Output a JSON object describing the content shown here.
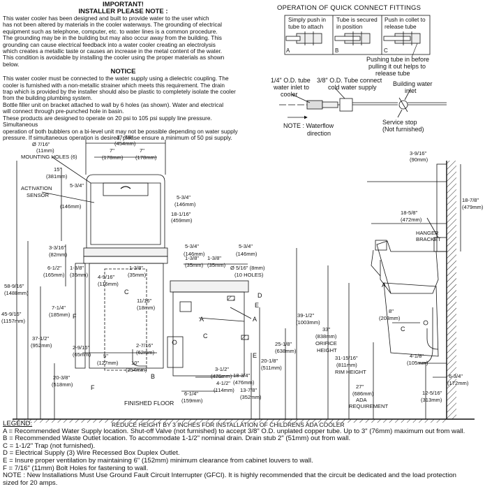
{
  "notes": {
    "installer_heading_1": "IMPORTANT!",
    "installer_heading_2": "INSTALLER PLEASE NOTE :",
    "installer_lines": [
      "This water cooler has been designed and built to provide water to the user which",
      "has not been altered by materials in the cooler waterways. The grounding of electrical",
      "equipment such as telephone, computer, etc. to water lines is a common procedure.",
      "The grounding may be in the building but may also occur away from the building. This",
      "grounding can cause electrical feedback into a water cooler creating an electrolysis",
      "which creates a metallic taste or causes an increase in the metal content of the water.",
      "This condition is avoidable by installing the cooler using the proper materials as shown",
      "below."
    ],
    "notice_heading": "NOTICE",
    "notice_lines": [
      "This water cooler must be connected to the water supply using a dielectric coupling. The",
      "cooler is furnished with a non-metallic strainer which meets this requirement. The drain",
      "trap which is provided by the installer should also be plastic to completely isolate the cooler",
      "from the building plumbing system.",
      "Bottle filler unit on bracket attached to wall by 6 holes (as shown). Water and electrical",
      "will connect through pre-punched hole in basin.",
      "These products are designed to operate on 20 psi to 105 psi supply line pressure. Simultaneous",
      "operation of both bubblers on a bi-level unit may not be possible depending on water supply",
      "pressure. If simultaneous operation is desired, please ensure a minimum of 50 psi supply."
    ]
  },
  "quick_connect": {
    "title": "OPERATION OF QUICK CONNECT FITTINGS",
    "panels": [
      {
        "caption": "Simply push in tube to attach",
        "letter": "A"
      },
      {
        "caption": "Tube is secured in position",
        "letter": "B"
      },
      {
        "caption": "Push in collet to release tube",
        "letter": "C"
      }
    ],
    "pull_note": [
      "Pushing tube in before",
      "pulling it out helps to",
      "release tube"
    ],
    "label_inlet_quarter": [
      "1/4\" O.D. tube",
      "water inlet to",
      "cooler"
    ],
    "label_inlet_three8": [
      "3/8\" O.D. Tube connect",
      "cold water supply"
    ],
    "label_building_inlet": [
      "Building water",
      "inlet"
    ],
    "label_service_stop": [
      "Service stop",
      "(Not furnished)"
    ],
    "label_waterflow": [
      "NOTE : Waterflow",
      "direction"
    ]
  },
  "front": {
    "dims": {
      "w17_78": "17-7/8\"",
      "w17_78_mm": "(454mm)",
      "d7_16": "Ø 7/16\"",
      "d7_16_mm": "(11mm)",
      "mounting_holes": "MOUNTING HOLES (6)",
      "seven_a": "7\"",
      "seven_a_mm": "(178mm)",
      "seven_b": "7\"",
      "seven_b_mm": "(178mm)",
      "h15": "15\"",
      "h15_mm": "(381mm)",
      "w5_34": "5-3/4\"",
      "w5_34_mm": "(146mm)",
      "activation": "ACTIVATION",
      "sensor": "SENSOR",
      "r5_34": "5-3/4\"",
      "r5_34_mm": "(146mm)",
      "r18_116": "18-1/16\"",
      "r18_116_mm": "(459mm)",
      "h3_316": "3-3/16\"",
      "h3_316_mm": "(82mm)",
      "h6_12": "6-1/2\"",
      "h6_12_mm": "(165mm)",
      "w1_38a": "1-3/8\"",
      "w1_38a_mm": "(35mm)",
      "w1_38b": "1-3/8\"",
      "w1_38b_mm": "(35mm)",
      "w4_916": "4-9/16\"",
      "w4_916_mm": "(116mm)",
      "h7_14": "7-1/4\"",
      "h7_14_mm": "(185mm)",
      "w11_16": "11/16\"",
      "w11_16_mm": "(18mm)",
      "h58_916": "58-9/16\"",
      "h58_916_mm": "(1488mm)",
      "h45_916": "45-9/16\"",
      "h45_916_mm": "(1157mm)",
      "h37_12": "37-1/2\"",
      "h37_12_mm": "(952mm)",
      "w2_916": "2-9/16\"",
      "w2_916_mm": "(65mm)",
      "w2_716": "2-7/16\"",
      "w2_716_mm": "(62mm)",
      "w5": "5\"",
      "w5_mm": "(127mm)",
      "w10": "10\"",
      "w10_mm": "(254mm)",
      "h20_38": "20-3/8\"",
      "h20_38_mm": "(518mm)",
      "m5_34a": "5-3/4\"",
      "m5_34a_mm": "(146mm)",
      "m5_34b": "5-3/4\"",
      "m5_34b_mm": "(146mm)",
      "m1_38a": "1-3/8\"",
      "m1_38a_mm": "(35mm)",
      "m1_38b": "1-3/8\"",
      "m1_38b_mm": "(35mm)",
      "d5_16": "Ø 5/16\" (8mm)",
      "holes10": "(10 HOLES)",
      "h25_18": "25-1/8\"",
      "h25_18_mm": "(638mm)",
      "h20_18": "20-1/8\"",
      "h20_18_mm": "(511mm)",
      "h18_34": "18-3/4\"",
      "h18_34_mm": "(476mm)",
      "h13_78": "13-7/8\"",
      "h13_78_mm": "(352mm)",
      "w3_12": "3-1/2\"",
      "w3_12_mm": "(476mm)",
      "w4_12": "4-1/2\"",
      "w4_12_mm": "(114mm)",
      "w6_14": "6-1/4\"",
      "w6_14_mm": "(159mm)",
      "finished_floor": "FINISHED FLOOR"
    },
    "callouts": {
      "a": "A",
      "b": "B",
      "c1": "C",
      "c2": "C",
      "d": "D",
      "e": "E",
      "f1": "F",
      "f2": "F",
      "a2": "A",
      "e2": "E"
    }
  },
  "side": {
    "w3_916": "3-9/16\"",
    "w3_916_mm": "(90mm)",
    "h18_78": "18-7/8\"",
    "h18_78_mm": "(479mm)",
    "w18_58": "18-5/8\"",
    "w18_58_mm": "(472mm)",
    "hanger_1": "HANGER",
    "hanger_2": "BRACKET",
    "w8": "8\"",
    "w8_mm": "(203mm)",
    "h39_12": "39-1/2\"",
    "h39_12_mm": "(1003mm)",
    "h33": "33\"",
    "h33_mm": "(838mm)",
    "orifice": "ORIFICE",
    "height": "HEIGHT",
    "h31_1516": "31-15/16\"",
    "h31_1516_mm": "(811mm)",
    "rim": "RIM HEIGHT",
    "h27": "27\"",
    "h27_mm": "(686mm)",
    "ada": "ADA",
    "requirement": "REQUIREMENT",
    "w4_18": "4-1/8\"",
    "w4_18_mm": "(105mm)",
    "w6_34": "6-3/4\"",
    "w6_34_mm": "(172mm)",
    "h12_516": "12-5/16\"",
    "h12_516_mm": "(313mm)",
    "callouts": {
      "a": "A",
      "c": "C"
    }
  },
  "reduce_note": "REDUCE HEIGHT BY 3 INCHES FOR INSTALLATION OF CHILDRENS ADA COOLER",
  "legend": {
    "title": "LEGEND:",
    "items": [
      "A = Recommended Water Supply location. Shut-off Valve (not furnished) to accept 3/8\" O.D. unplated copper tube. Up to 3\" (76mm) maximum out from wall.",
      "B = Recommended Waste Outlet location. To accommodate 1-1/2\" nominal drain. Drain stub 2\" (51mm) out from wall.",
      "C = 1-1/2\" Trap (not furnished).",
      "D = Electrical Supply (3) Wire Recessed Box Duplex Outlet.",
      "E = Insure proper ventilation by maintaining 6\" (152mm) minimum clearance from cabinet louvers to wall.",
      "F = 7/16\" (11mm) Bolt Holes for fastening to wall.",
      "NOTE : New Installations Must Use Ground Fault Circuit Interrupter (GFCI). It is highly recommended that the circuit be dedicated and the load protection",
      "sized for 20 amps."
    ]
  }
}
